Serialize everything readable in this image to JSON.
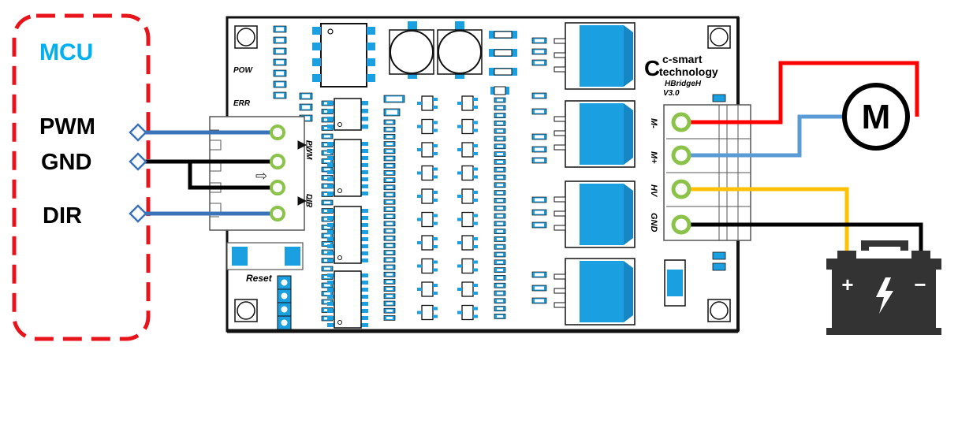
{
  "mcu": {
    "title": "MCU",
    "pins": [
      "PWM",
      "GND",
      "DIR"
    ]
  },
  "board": {
    "brand_line1": "c-smart",
    "brand_line2": "technology",
    "model": "HBridgeH",
    "version": "V3.0",
    "led_pow": "POW",
    "led_err": "ERR",
    "reset_label": "Reset",
    "input_pwm": "PWM",
    "input_dir": "DIR",
    "terminals": [
      "M-",
      "M+",
      "HV",
      "GND"
    ]
  },
  "motor": {
    "symbol": "M"
  },
  "battery": {
    "plus": "+",
    "minus": "−"
  },
  "colors": {
    "mcu_border": "#e8141b",
    "mcu_title": "#00b0f0",
    "signal_wire": "#3b73b9",
    "ground_wire": "#000000",
    "motor_red": "#ff0000",
    "motor_blue": "#5b9bd5",
    "hv_wire": "#ffc000",
    "component_blue": "#1a9fe0",
    "terminal_green": "#8bc34a",
    "battery": "#333333"
  }
}
